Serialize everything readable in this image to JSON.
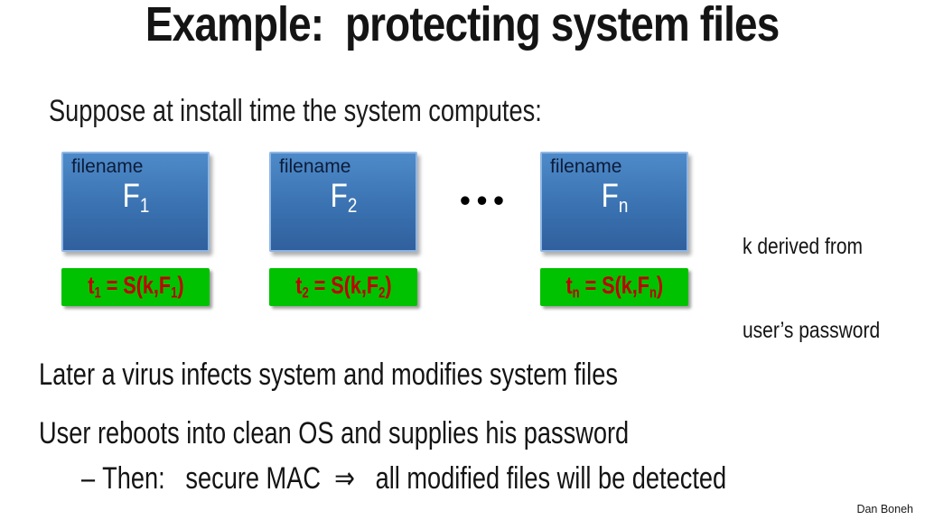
{
  "slide": {
    "title": "Example:  protecting system files",
    "intro": "Suppose at install time the system computes:",
    "columns": [
      {
        "box_label": "filename",
        "file_base": "F",
        "file_sub": "1",
        "tag_base": "t",
        "tag_sub": "1",
        "tag_mid": " = S(k,F",
        "tag_sub2": "1",
        "tag_close": ")"
      },
      {
        "box_label": "filename",
        "file_base": "F",
        "file_sub": "2",
        "tag_base": "t",
        "tag_sub": "2",
        "tag_mid": " = S(k,F",
        "tag_sub2": "2",
        "tag_close": ")"
      },
      {
        "box_label": "filename",
        "file_base": "F",
        "file_sub": "n",
        "tag_base": "t",
        "tag_sub": "n",
        "tag_mid": " = S(k,F",
        "tag_sub2": "n",
        "tag_close": ")"
      }
    ],
    "ellipsis": "•••",
    "side_note": {
      "line1": "k derived from",
      "line2": "user’s password"
    },
    "body": {
      "virus": "Later a virus infects system and modifies system files",
      "reboot": "User reboots into clean OS and supplies his password",
      "then_bullet": "–",
      "then": "Then:   secure MAC  ⇒   all modified files will be detected"
    },
    "credit": "Dan Boneh"
  },
  "colors": {
    "accent_blue_top": "#4e8ac9",
    "accent_blue_bottom": "#30609d",
    "box_border_blue": "#8fb6e4",
    "tag_green": "#00c200",
    "tag_text_red": "#c00000"
  }
}
